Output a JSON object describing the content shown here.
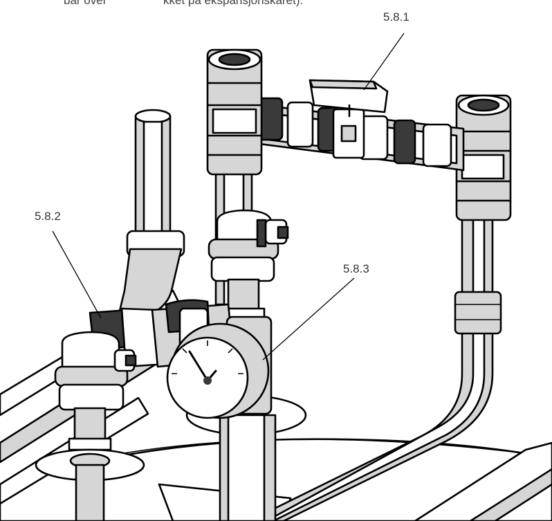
{
  "caption": {
    "fragment_left": "bar over",
    "fragment_right": "kket på ekspansjonskaret)."
  },
  "labels": [
    {
      "id": "5.8.1",
      "text": "5.8.1",
      "part": "ball-valve"
    },
    {
      "id": "5.8.2",
      "text": "5.8.2",
      "part": "safety-valve"
    },
    {
      "id": "5.8.3",
      "text": "5.8.3",
      "part": "pressure-gauge"
    }
  ],
  "colors": {
    "line": "#000000",
    "shade": "#d6d6d6",
    "label": "#333333",
    "background": "#ffffff"
  }
}
